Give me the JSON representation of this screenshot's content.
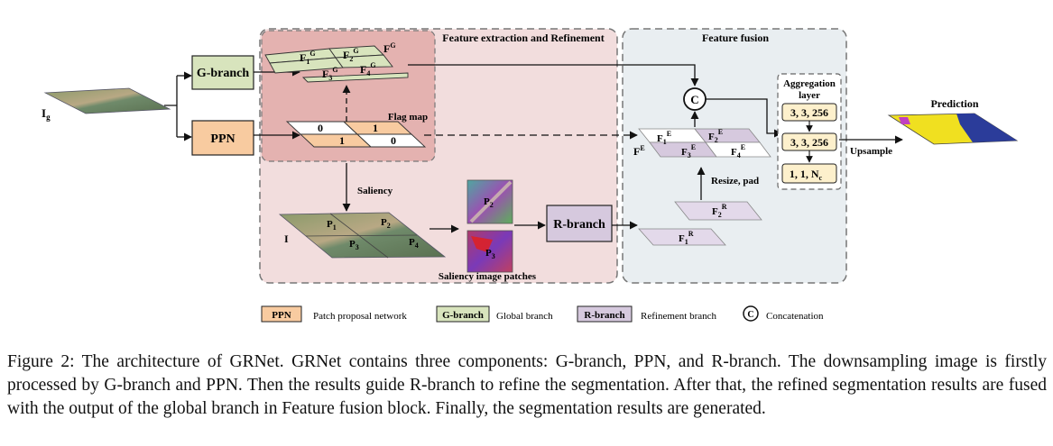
{
  "regions": {
    "extraction_title": "Feature extraction and Refinement",
    "fusion_title": "Feature fusion"
  },
  "inputs": {
    "downsampled_label": "I",
    "downsampled_sub": "g",
    "full_label": "I"
  },
  "modules": {
    "g_branch": "G-branch",
    "ppn": "PPN",
    "r_branch": "R-branch"
  },
  "global_features": {
    "group_label": "F",
    "group_sup": "G",
    "cells": [
      {
        "base": "F",
        "sub": "1",
        "sup": "G"
      },
      {
        "base": "F",
        "sub": "2",
        "sup": "G"
      },
      {
        "base": "F",
        "sub": "3",
        "sup": "G"
      },
      {
        "base": "F",
        "sub": "4",
        "sup": "G"
      }
    ]
  },
  "flag_map": {
    "label": "Flag map",
    "cells": [
      "0",
      "1",
      "1",
      "0"
    ]
  },
  "saliency": {
    "label": "Saliency",
    "patches": [
      {
        "base": "P",
        "sub": "1"
      },
      {
        "base": "P",
        "sub": "2"
      },
      {
        "base": "P",
        "sub": "3"
      },
      {
        "base": "P",
        "sub": "4"
      }
    ],
    "patches_label": "Saliency image patches",
    "thumbs": [
      {
        "base": "P",
        "sub": "2"
      },
      {
        "base": "P",
        "sub": "3"
      }
    ]
  },
  "refined_features": {
    "f2": {
      "base": "F",
      "sub": "2",
      "sup": "R"
    },
    "f1": {
      "base": "F",
      "sub": "1",
      "sup": "R"
    }
  },
  "resize_label": "Resize, pad",
  "fused_features": {
    "group_label": "F",
    "group_sup": "E",
    "cells": [
      {
        "base": "F",
        "sub": "1",
        "sup": "E"
      },
      {
        "base": "F",
        "sub": "2",
        "sup": "E"
      },
      {
        "base": "F",
        "sub": "3",
        "sup": "E"
      },
      {
        "base": "F",
        "sub": "4",
        "sup": "E"
      }
    ]
  },
  "concat_symbol": "C",
  "aggregation": {
    "title_line1": "Aggregation",
    "title_line2": "layer",
    "layer1": "3, 3, 256",
    "layer2": "3, 3, 256",
    "layer3_prefix": "1, 1, N",
    "layer3_sub": "c"
  },
  "upsample_label": "Upsample",
  "prediction_label": "Prediction",
  "legend": {
    "ppn_key": "PPN",
    "ppn_text": "Patch proposal network",
    "g_key": "G-branch",
    "g_text": "Global branch",
    "r_key": "R-branch",
    "r_text": "Refinement branch",
    "c_key": "C",
    "c_text": "Concatenation"
  },
  "caption": "Figure 2: The architecture of GRNet. GRNet contains three components: G-branch, PPN, and R-branch. The downsampling image is firstly processed by G-branch and PPN. Then the results guide R-branch to refine the segmentation. After that, the refined segmentation results are fused with the output of the global branch in Feature fusion block. Finally, the segmentation results are generated.",
  "colors": {
    "extraction_bg": "#f2dddd",
    "extraction_inner": "#e4b2b0",
    "fusion_bg": "#e9eef1",
    "g_branch": "#d8e4bd",
    "ppn": "#f8cba0",
    "r_branch": "#d6c9de",
    "agg_cell": "#fdf0cc",
    "prediction_yellow": "#f0e020",
    "prediction_blue": "#2b3c9a",
    "aerial": "#8a8a68"
  }
}
